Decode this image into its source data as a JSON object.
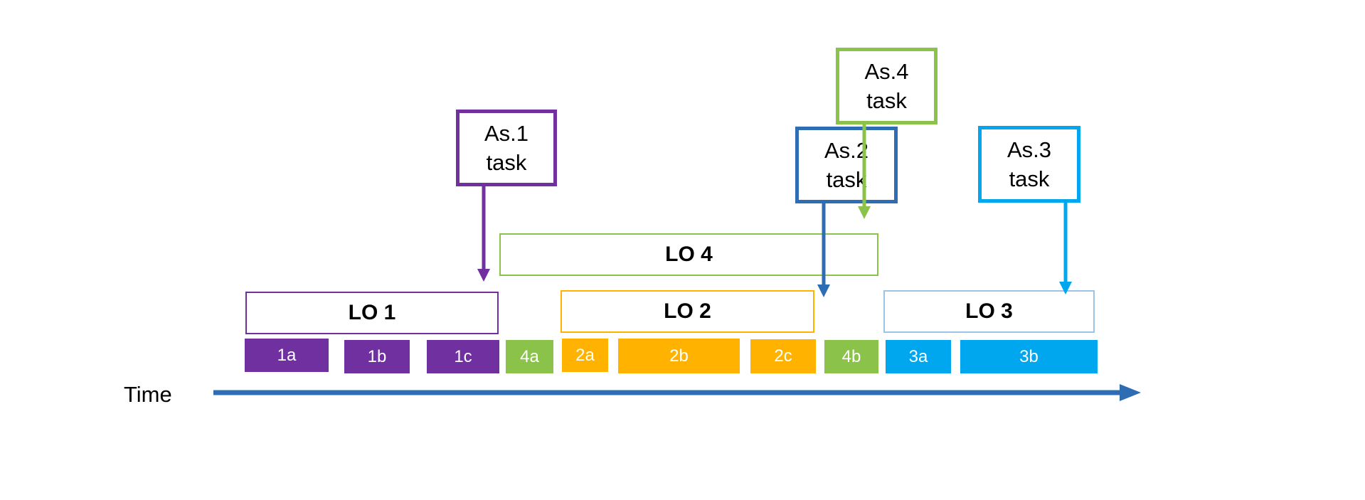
{
  "time_label": "Time",
  "colors": {
    "purple": "#7030A0",
    "green": "#8BC34A",
    "orange": "#FFB300",
    "light_blue": "#00A6EE",
    "dark_blue": "#2E6DB4"
  },
  "learning_outcomes": [
    {
      "id": "lo1",
      "label": "LO 1",
      "color": "#7030A0"
    },
    {
      "id": "lo2",
      "label": "LO 2",
      "color": "#FFB300"
    },
    {
      "id": "lo3",
      "label": "LO 3",
      "color": "#9DC3E6"
    },
    {
      "id": "lo4",
      "label": "LO 4",
      "color": "#8BC34A"
    }
  ],
  "segments": [
    {
      "label": "1a",
      "color": "#7030A0"
    },
    {
      "label": "1b",
      "color": "#7030A0"
    },
    {
      "label": "1c",
      "color": "#7030A0"
    },
    {
      "label": "4a",
      "color": "#8BC34A"
    },
    {
      "label": "2a",
      "color": "#FFB300"
    },
    {
      "label": "2b",
      "color": "#FFB300"
    },
    {
      "label": "2c",
      "color": "#FFB300"
    },
    {
      "label": "4b",
      "color": "#8BC34A"
    },
    {
      "label": "3a",
      "color": "#00A6EE"
    },
    {
      "label": "3b",
      "color": "#00A6EE"
    }
  ],
  "tasks": [
    {
      "id": "as1",
      "line1": "As.1",
      "line2": "task",
      "color": "#7030A0"
    },
    {
      "id": "as2",
      "line1": "As.2",
      "line2": "task",
      "color": "#2E6DB4"
    },
    {
      "id": "as3",
      "line1": "As.3",
      "line2": "task",
      "color": "#00A6EE"
    },
    {
      "id": "as4",
      "line1": "As.4",
      "line2": "task",
      "color": "#8BC34A"
    }
  ]
}
